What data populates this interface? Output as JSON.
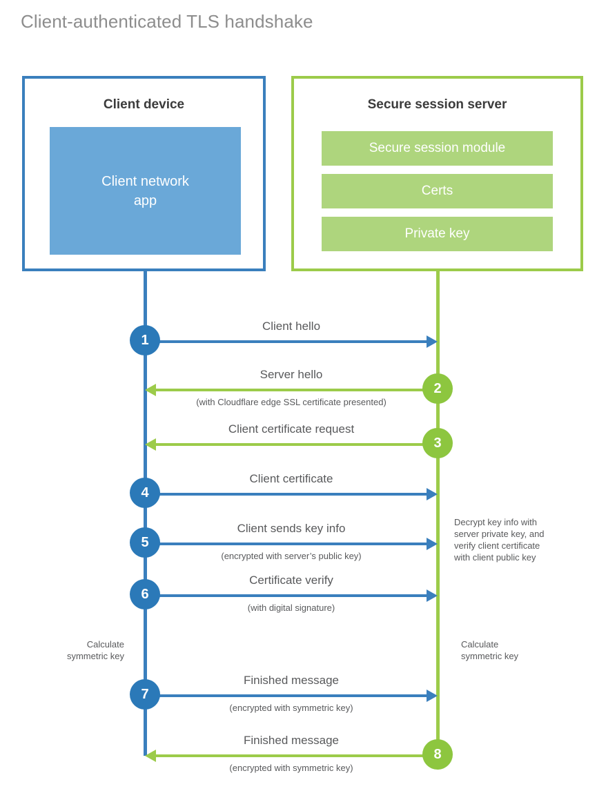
{
  "title": "Client-authenticated TLS handshake",
  "colors": {
    "client_blue": "#3a7fbd",
    "client_app_fill": "#6aa8d8",
    "client_circle": "#2b79b8",
    "server_green": "#9ccb4a",
    "server_bar_fill": "#aed57d",
    "server_circle": "#8dc63f",
    "title_gray": "#8d8d8d",
    "text_gray": "#58595b"
  },
  "client": {
    "title": "Client device",
    "app_line1": "Client network",
    "app_line2": "app",
    "note": "Calculate\nsymmetric key"
  },
  "server": {
    "title": "Secure session server",
    "bars": [
      {
        "label": "Secure session module"
      },
      {
        "label": "Certs"
      },
      {
        "label": "Private key"
      }
    ],
    "note_decrypt": "Decrypt key info with\nserver private key, and\nverify client certificate\nwith client public key",
    "note_calc": "Calculate\nsymmetric key"
  },
  "steps": [
    {
      "number": "1",
      "label": "Client hello",
      "sublabel": "",
      "direction": "ltr"
    },
    {
      "number": "2",
      "label": "Server hello",
      "sublabel": "(with Cloudflare edge SSL certificate presented)",
      "direction": "rtl"
    },
    {
      "number": "3",
      "label": "Client certificate request",
      "sublabel": "",
      "direction": "rtl"
    },
    {
      "number": "4",
      "label": "Client certificate",
      "sublabel": "",
      "direction": "ltr"
    },
    {
      "number": "5",
      "label": "Client sends key info",
      "sublabel": "(encrypted with server’s public key)",
      "direction": "ltr"
    },
    {
      "number": "6",
      "label": "Certificate verify",
      "sublabel": "(with digital signature)",
      "direction": "ltr"
    },
    {
      "number": "7",
      "label": "Finished message",
      "sublabel": "(encrypted with symmetric key)",
      "direction": "ltr"
    },
    {
      "number": "8",
      "label": "Finished message",
      "sublabel": "(encrypted with symmetric key)",
      "direction": "rtl"
    }
  ]
}
